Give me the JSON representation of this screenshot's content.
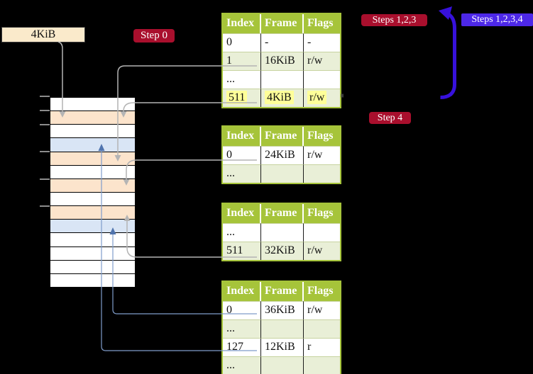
{
  "labels": {
    "frame_size_box": "4KiB"
  },
  "badges": {
    "step0": {
      "text": "Step 0"
    },
    "steps123": {
      "text": "Steps 1,2,3"
    },
    "steps1234": {
      "text": "Steps 1,2,3,4"
    },
    "step4": {
      "text": "Step 4"
    }
  },
  "tables": {
    "headers": [
      "Index",
      "Frame",
      "Flags"
    ],
    "level1": {
      "rows": [
        [
          "0",
          "-",
          "-"
        ],
        [
          "1",
          "16KiB",
          "r/w"
        ],
        [
          "...",
          "",
          ""
        ],
        [
          "511",
          "4KiB",
          "r/w"
        ]
      ],
      "highlighted_row_index": 3
    },
    "level2": {
      "rows": [
        [
          "0",
          "24KiB",
          "r/w"
        ],
        [
          "...",
          "",
          ""
        ]
      ]
    },
    "level3": {
      "rows": [
        [
          "...",
          "",
          ""
        ],
        [
          "511",
          "32KiB",
          "r/w"
        ]
      ]
    },
    "level4": {
      "rows": [
        [
          "0",
          "36KiB",
          "r/w"
        ],
        [
          "...",
          "",
          ""
        ],
        [
          "127",
          "12KiB",
          "r"
        ],
        [
          "...",
          "",
          ""
        ]
      ]
    }
  },
  "memory_strip": {
    "row_colors": [
      "#FFFFFF",
      "#FCE4CC",
      "#FFFFFF",
      "#D9E5F5",
      "#FCE4CC",
      "#FFFFFF",
      "#FCE4CC",
      "#FFFFFF",
      "#FCE4CC",
      "#D9E5F5",
      "#FFFFFF",
      "#FFFFFF",
      "#FFFFFF",
      "#FFFFFF"
    ]
  },
  "colors": {
    "badge_red": "#A90F2D",
    "badge_blue_violet": "#4D28E8",
    "thick_arrow_blue": "#3711DC",
    "table_header_green": "#A6C43A",
    "table_row_tint": "#E9EFD7",
    "highlight_yellow": "#FFFF99",
    "frame_row_peach": "#FCE4CC",
    "frame_row_blue": "#D9E5F5",
    "connector_gray": "#B4B4B4",
    "connector_steel_blue": "#7F9CCB",
    "label_box_beige": "#FAEACB"
  }
}
